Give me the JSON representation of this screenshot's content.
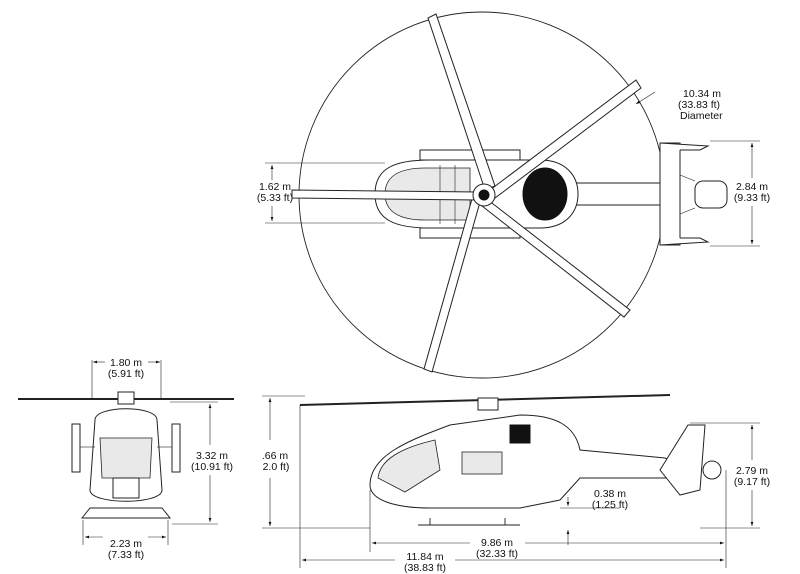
{
  "top_view": {
    "rotor_diameter": {
      "metric": "10.34 m",
      "imperial": "(33.83 ft)",
      "note": "Diameter"
    },
    "cabin_width": {
      "metric": "1.62 m",
      "imperial": "(5.33 ft)"
    },
    "stabilizer_span": {
      "metric": "2.84 m",
      "imperial": "(9.33 ft)"
    }
  },
  "front_view": {
    "skid_width": {
      "metric": "1.80 m",
      "imperial": "(5.91 ft)"
    },
    "overall_height": {
      "metric": "3.32 m",
      "imperial": "(10.91 ft)"
    },
    "skid_track": {
      "metric": "2.23 m",
      "imperial": "(7.33 ft)"
    }
  },
  "side_view": {
    "rotor_height": {
      "metric": ".66 m",
      "imperial": "2.0 ft)"
    },
    "tail_height": {
      "metric": "2.79 m",
      "imperial": "(9.17 ft)"
    },
    "ground_clearance": {
      "metric": "0.38 m",
      "imperial": "(1.25 ft)"
    },
    "fuselage_length": {
      "metric": "9.86 m",
      "imperial": "(32.33 ft)"
    },
    "overall_length": {
      "metric": "11.84 m",
      "imperial": "(38.83 ft)"
    }
  }
}
